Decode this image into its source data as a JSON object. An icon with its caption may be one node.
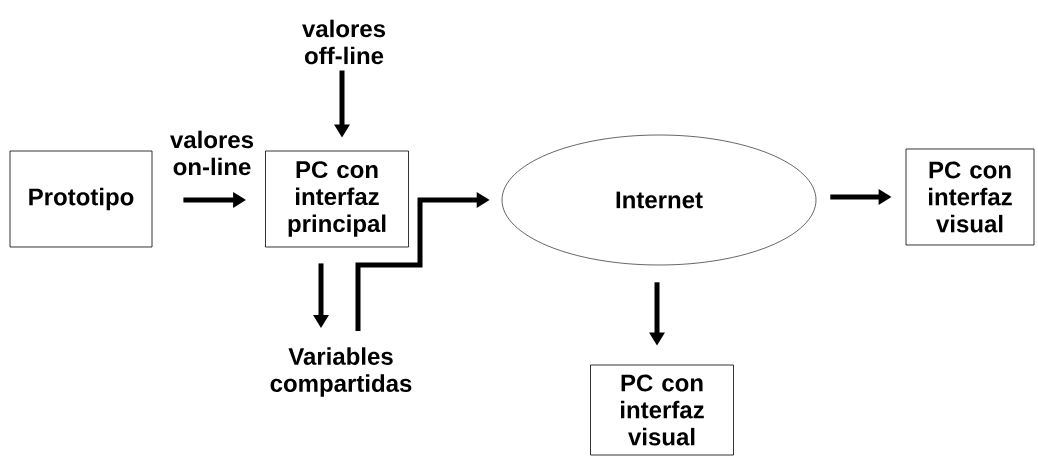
{
  "diagram": {
    "nodes": [
      {
        "text": [
          "Prototipo"
        ]
      },
      {
        "text": [
          "valores off-line"
        ]
      },
      {
        "text": [
          "PC con interfaz principal"
        ]
      },
      {
        "text": [
          "Internet"
        ]
      },
      {
        "text": [
          "PC con interfaz visual"
        ]
      },
      {
        "text": [
          "Variables compartidas"
        ]
      },
      {
        "text": [
          "PC con interfaz visual"
        ]
      }
    ],
    "edges": [
      {
        "from": 0,
        "to": 2,
        "arrow": "to",
        "label": "valores on-line"
      },
      {
        "from": 1,
        "to": 2,
        "arrow": "to"
      },
      {
        "from": 2,
        "to": 5,
        "arrow": "to"
      },
      {
        "from": 5,
        "to": 3,
        "arrow": "to"
      },
      {
        "from": 3,
        "to": 4,
        "arrow": "to"
      },
      {
        "from": 3,
        "to": 6,
        "arrow": "to"
      }
    ]
  }
}
